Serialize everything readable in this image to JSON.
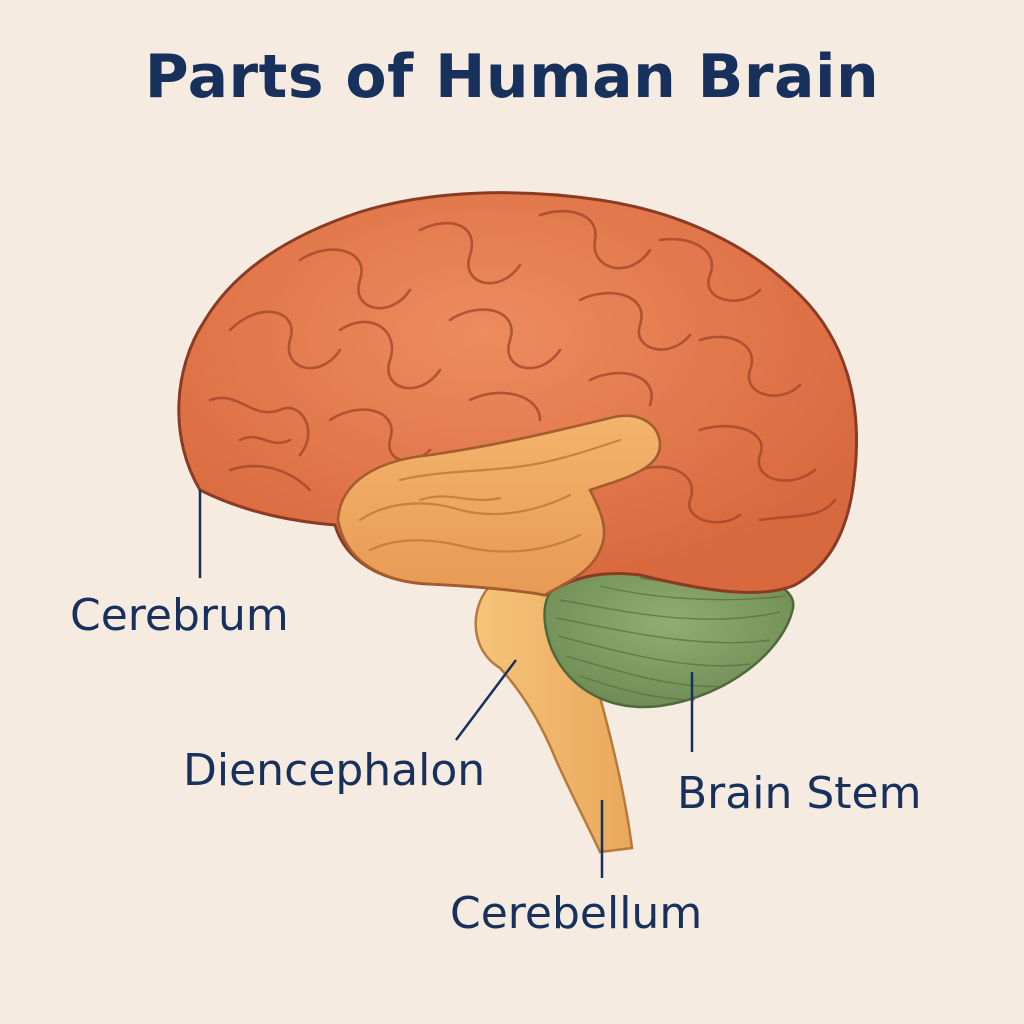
{
  "title": "Parts of Human Brain",
  "labels": {
    "cerebrum": "Cerebrum",
    "diencephalon": "Diencephalon",
    "brain_stem": "Brain Stem",
    "cerebellum": "Cerebellum"
  },
  "colors": {
    "background": "#f6ebe0",
    "text": "#17305c",
    "cerebrum": "#e47b4e",
    "temporal_lobe": "#f0a860",
    "stem": "#f2b868",
    "cerebellum": "#7f9e63",
    "outline": "#8a3b24",
    "leader_line": "#17305c"
  }
}
